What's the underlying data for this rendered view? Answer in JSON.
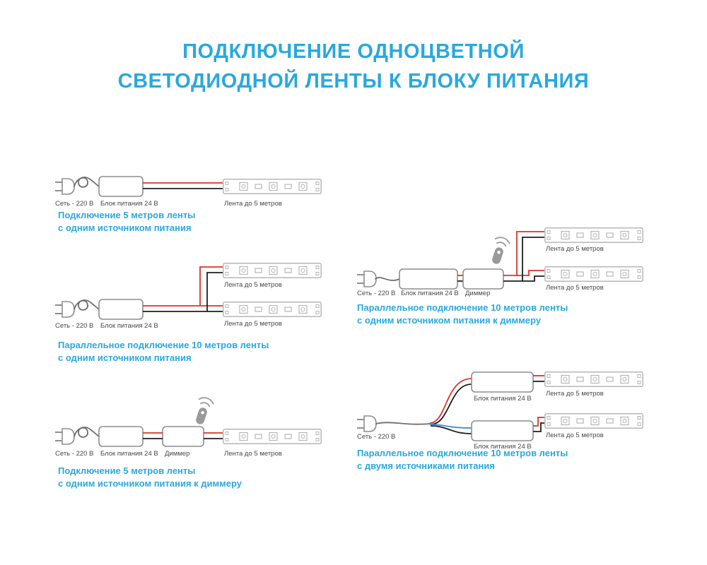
{
  "title": {
    "line1": "ПОДКЛЮЧЕНИЕ ОДНОЦВЕТНОЙ",
    "line2": "СВЕТОДИОДНОЙ ЛЕНТЫ К БЛОКУ ПИТАНИЯ"
  },
  "labels": {
    "mains": "Сеть - 220 В",
    "psu": "Блок питания 24 В",
    "dimmer": "Диммер",
    "strip": "Лента до 5 метров"
  },
  "captions": {
    "d1": {
      "line1": "Подключение 5 метров ленты",
      "line2": "с одним источником питания"
    },
    "d2": {
      "line1": "Параллельное подключение 10 метров ленты",
      "line2": "с одним источником питания"
    },
    "d3": {
      "line1": "Подключение 5 метров ленты",
      "line2": "с одним источником питания к диммеру"
    },
    "d4": {
      "line1": "Параллельное подключение 10 метров ленты",
      "line2": "с одним источником питания к диммеру"
    },
    "d5": {
      "line1": "Параллельное подключение 10 метров ленты",
      "line2": "с двумя источниками питания"
    }
  },
  "colors": {
    "accent": "#29A8DF",
    "wire_red": "#DD3327",
    "wire_black": "#1F1F1F",
    "wire_blue": "#3F8EDB",
    "component_outline": "#8E8E8E",
    "strip_outline": "#B7B7B7",
    "label_text": "#474747",
    "background": "#FFFFFF"
  }
}
